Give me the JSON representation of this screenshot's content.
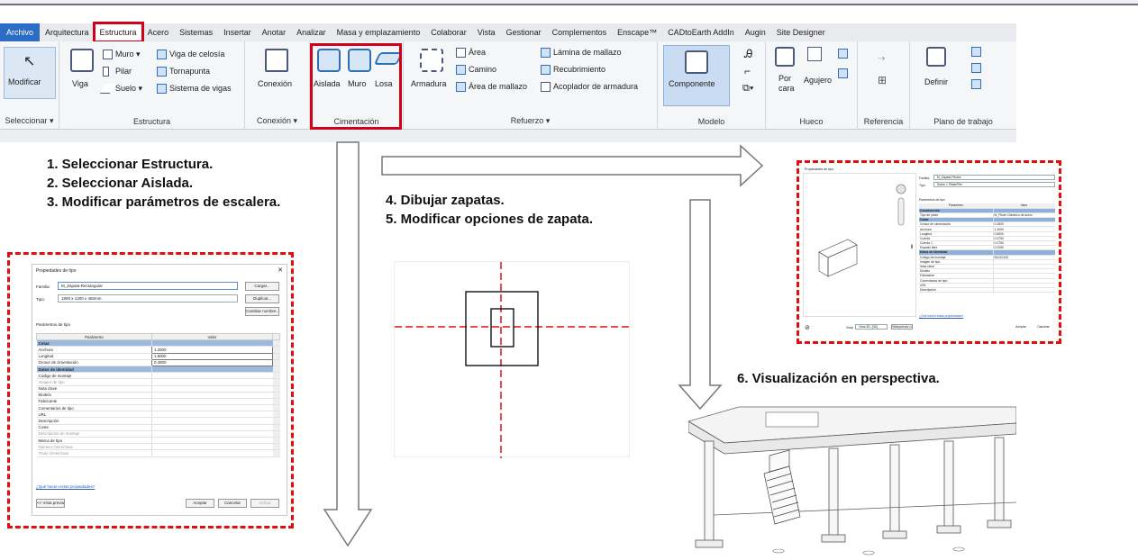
{
  "ribbon": {
    "tabs": [
      {
        "label": "Archivo",
        "kind": "file"
      },
      {
        "label": "Arquitectura"
      },
      {
        "label": "Estructura",
        "kind": "active"
      },
      {
        "label": "Acero"
      },
      {
        "label": "Sistemas"
      },
      {
        "label": "Insertar"
      },
      {
        "label": "Anotar"
      },
      {
        "label": "Analizar"
      },
      {
        "label": "Masa y emplazamiento"
      },
      {
        "label": "Colaborar"
      },
      {
        "label": "Vista"
      },
      {
        "label": "Gestionar"
      },
      {
        "label": "Complementos"
      },
      {
        "label": "Enscape™"
      },
      {
        "label": "CADtoEarth AddIn"
      },
      {
        "label": "Augin"
      },
      {
        "label": "Site Designer"
      }
    ],
    "seleccionar": {
      "modify": "Modificar",
      "title": "Seleccionar ▾"
    },
    "estructura": {
      "viga": "Viga",
      "muro": "Muro ▾",
      "pilar": "Pilar",
      "suelo": "Suelo ▾",
      "celosia": "Viga de celosía",
      "tornapunta": "Tornapunta",
      "sistema": "Sistema de vigas",
      "title": "Estructura"
    },
    "conexion": {
      "label": "Conexión",
      "title": "Conexión ▾"
    },
    "cimentacion": {
      "aislada": "Aislada",
      "muro": "Muro",
      "losa": "Losa",
      "title": "Cimentación"
    },
    "refuerzo": {
      "armadura": "Armadura",
      "area": "Área",
      "camino": "Camino",
      "area_malla": "Área de mallazo",
      "lamina": "Lámina de mallazo",
      "recubrimiento": "Recubrimiento",
      "acoplador": "Acoplador de armadura",
      "title": "Refuerzo ▾"
    },
    "modelo": {
      "componente": "Componente",
      "title": "Modelo"
    },
    "hueco": {
      "porcara": "Por cara",
      "agujero": "Agujero",
      "title": "Hueco"
    },
    "referencia": {
      "title": "Referencia"
    },
    "plano": {
      "definir": "Definir",
      "title": "Plano de trabajo"
    }
  },
  "instructions": {
    "step1": "1.  Seleccionar Estructura.",
    "step2": "2.  Seleccionar Aislada.",
    "step3": "3.  Modificar parámetros de escalera.",
    "step4": "4. Dibujar zapatas.",
    "step5": "5. Modificar opciones de zapata.",
    "step6": "6. Visualización en perspectiva."
  },
  "dialog1": {
    "title": "Propiedades de tipo",
    "family_label": "Familia:",
    "family_value": "M_Zapata-Rectangular",
    "type_label": "Tipo:",
    "type_value": "1800 x 1200 x 450mm",
    "load": "Cargar...",
    "duplicate": "Duplicar...",
    "rename": "Cambiar nombre...",
    "params_label": "Parámetros de tipo",
    "col_param": "Parámetro",
    "col_value": "Valor",
    "rows": [
      {
        "name": "Cotas",
        "value": "",
        "group": true
      },
      {
        "name": "Anchura",
        "value": "1.2000"
      },
      {
        "name": "Longitud",
        "value": "1.8000"
      },
      {
        "name": "Grosor de cimentación",
        "value": "0.4500"
      },
      {
        "name": "Datos de identidad",
        "value": "",
        "group": true
      },
      {
        "name": "Código de montaje",
        "value": ""
      },
      {
        "name": "Imagen de tipo",
        "value": "",
        "gray": true
      },
      {
        "name": "Nota clave",
        "value": ""
      },
      {
        "name": "Modelo",
        "value": ""
      },
      {
        "name": "Fabricante",
        "value": ""
      },
      {
        "name": "Comentarios de tipo",
        "value": ""
      },
      {
        "name": "URL",
        "value": ""
      },
      {
        "name": "Descripción",
        "value": ""
      },
      {
        "name": "Coste",
        "value": ""
      },
      {
        "name": "Descripción de montaje",
        "value": "",
        "gray": true
      },
      {
        "name": "Marca de tipo",
        "value": ""
      },
      {
        "name": "Número OmniClass",
        "value": "",
        "gray": true
      },
      {
        "name": "Título OmniClass",
        "value": "",
        "gray": true
      }
    ],
    "link": "¿Qué hacen estas propiedades?",
    "preview": "<< Vista previa",
    "accept": "Aceptar",
    "cancel": "Cancelar",
    "apply": "Aplicar"
  },
  "dialog2": {
    "title": "Propiedades de tipo",
    "family_label": "Familia:",
    "family_value": "M_Zapata-Pilotes",
    "type_label": "Tipo:",
    "type_value": "Sobre 1 Pilote/Pile",
    "params_label": "Parámetros de tipo",
    "col_param": "Parámetro",
    "col_value": "Valor",
    "rows": [
      {
        "name": "Construcción",
        "value": "",
        "group": true
      },
      {
        "name": "Tipo de pilote",
        "value": "M_Pilote Cilíndrico de acero"
      },
      {
        "name": "Cotas",
        "value": "",
        "group": true
      },
      {
        "name": "Grosor de cimentación",
        "value": "0.4500"
      },
      {
        "name": "Anchura",
        "value": "1.2000"
      },
      {
        "name": "Longitud",
        "value": "0.8000"
      },
      {
        "name": "Cuerda",
        "value": "0.0750"
      },
      {
        "name": "Cuerda 1",
        "value": "0.0750"
      },
      {
        "name": "Espacio libre",
        "value": "0.0250"
      },
      {
        "name": "Datos de identidad",
        "value": "",
        "group": true
      },
      {
        "name": "Código de montaje",
        "value": "B1010100"
      },
      {
        "name": "Imagen de tipo",
        "value": ""
      },
      {
        "name": "Nota clave",
        "value": ""
      },
      {
        "name": "Modelo",
        "value": ""
      },
      {
        "name": "Fabricante",
        "value": ""
      },
      {
        "name": "Comentarios de tipo",
        "value": ""
      },
      {
        "name": "URL",
        "value": ""
      },
      {
        "name": "Descripción",
        "value": ""
      }
    ],
    "link": "¿Qué hacen estas propiedades?",
    "view_label": "Vista:",
    "view_value": "Vista 3D: {3D}",
    "preview": "Vista previa >>",
    "accept": "Aceptar",
    "cancel": "Cancelar"
  },
  "colors": {
    "highlight": "#d0021b",
    "dash": "#e01010",
    "file_tab": "#2b6cc4",
    "group_row": "#9bb8dd"
  }
}
